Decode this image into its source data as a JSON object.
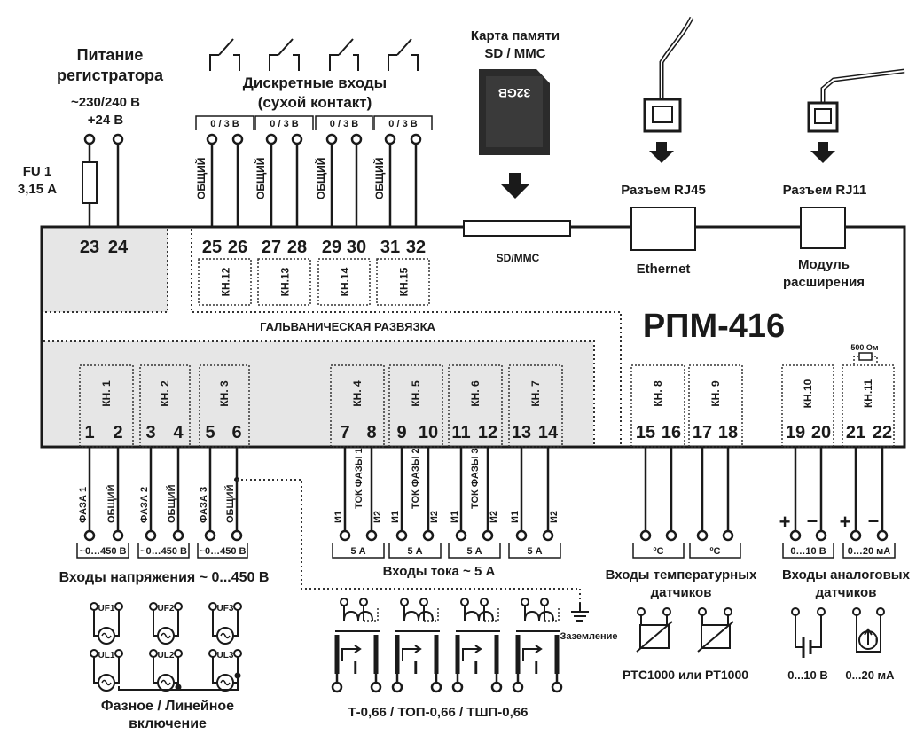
{
  "power": {
    "title_line1": "Питание",
    "title_line2": "регистратора",
    "ac_label": "~230/240 В",
    "dc_label": "+24 В",
    "fuse_name": "FU 1",
    "fuse_value": "3,15 А"
  },
  "discrete": {
    "title_line1": "Дискретные входы",
    "title_line2": "(сухой контакт)",
    "voltage_label": "0 / 3 В",
    "common_label": "ОБЩИЙ",
    "channels": [
      "КН.12",
      "КН.13",
      "КН.14",
      "КН.15"
    ]
  },
  "sd_card": {
    "title_line1": "Карта памяти",
    "title_line2": "SD / MMC",
    "capacity": "32GB",
    "slot_label": "SD/MMC"
  },
  "rj45": {
    "title": "Разъем RJ45",
    "port_label": "Ethernet"
  },
  "rj11": {
    "title": "Разъем RJ11",
    "port_line1": "Модуль",
    "port_line2": "расширения"
  },
  "device": {
    "model": "РПМ-416",
    "isolation": "ГАЛЬВАНИЧЕСКАЯ РАЗВЯЗКА"
  },
  "terminals": {
    "top": [
      "23",
      "24",
      "25",
      "26",
      "27",
      "28",
      "29",
      "30",
      "31",
      "32"
    ],
    "bottom": [
      "1",
      "2",
      "3",
      "4",
      "5",
      "6",
      "7",
      "8",
      "9",
      "10",
      "11",
      "12",
      "13",
      "14",
      "15",
      "16",
      "17",
      "18",
      "19",
      "20",
      "21",
      "22"
    ]
  },
  "voltage_inputs": {
    "channels": [
      "КН. 1",
      "КН. 2",
      "КН. 3"
    ],
    "phase_labels": [
      "ФАЗА 1",
      "ФАЗА 2",
      "ФАЗА 3"
    ],
    "common_label": "ОБЩИЙ",
    "range_label": "~0…450 В",
    "title": "Входы напряжения ~ 0...450 В",
    "phase_sources": [
      "UF1",
      "UF2",
      "UF3"
    ],
    "line_sources": [
      "UL1",
      "UL2",
      "UL3"
    ],
    "caption_line1": "Фазное / Линейное",
    "caption_line2": "включение"
  },
  "current_inputs": {
    "channels": [
      "КН. 4",
      "КН. 5",
      "КН. 6",
      "КН. 7"
    ],
    "phase_labels": [
      "ТОК ФАЗЫ 1",
      "ТОК ФАЗЫ 2",
      "ТОК ФАЗЫ 3"
    ],
    "i1": "И1",
    "i2": "И2",
    "range_label": "5 А",
    "title": "Входы тока ~ 5 А",
    "ground_label": "Заземление",
    "transformer_symbol": "I",
    "caption": "Т-0,66 / ТОП-0,66 / ТШП-0,66"
  },
  "temp_inputs": {
    "channels": [
      "КН. 8",
      "КН. 9"
    ],
    "unit_label": "ºС",
    "title_line1": "Входы температурных",
    "title_line2": "датчиков",
    "caption": "PTC1000 или PT1000"
  },
  "analog_inputs": {
    "channels": [
      "КН.10",
      "КН.11"
    ],
    "resistor_label": "500 Ом",
    "plus": "+",
    "minus": "–",
    "range_v": "0…10 В",
    "range_ma": "0…20 мА",
    "title_line1": "Входы аналоговых",
    "title_line2": "датчиков",
    "caption_v": "0...10 В",
    "caption_ma": "0...20 мА",
    "source_symbol": "I"
  }
}
